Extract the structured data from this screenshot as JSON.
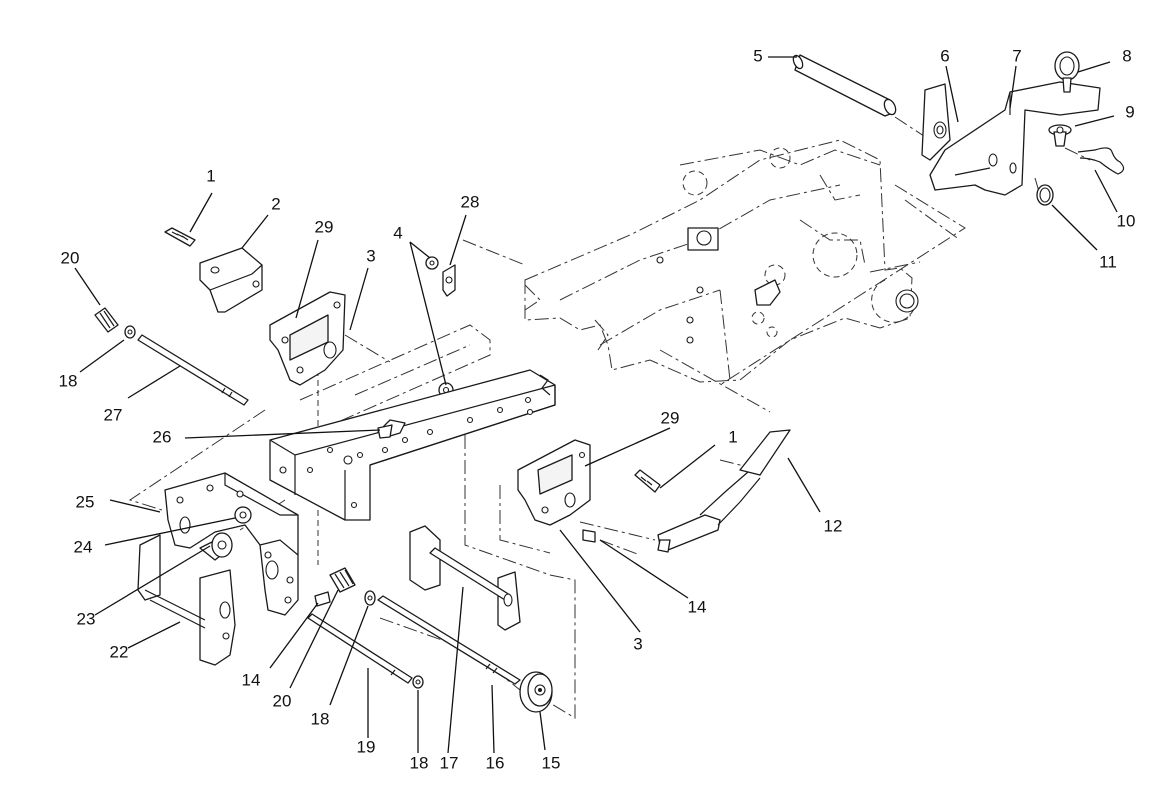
{
  "diagram": {
    "callouts": {
      "c1a": "1",
      "c1b": "1",
      "c2": "2",
      "c3a": "3",
      "c3b": "3",
      "c4": "4",
      "c5": "5",
      "c6": "6",
      "c7": "7",
      "c8": "8",
      "c9": "9",
      "c10": "10",
      "c11": "11",
      "c12": "12",
      "c14a": "14",
      "c14b": "14",
      "c15": "15",
      "c16": "16",
      "c17": "17",
      "c18a": "18",
      "c18b": "18",
      "c18c": "18",
      "c19": "19",
      "c20a": "20",
      "c20b": "20",
      "c22": "22",
      "c23": "23",
      "c24": "24",
      "c25": "25",
      "c26": "26",
      "c27": "27",
      "c28": "28",
      "c29a": "29",
      "c29b": "29"
    }
  }
}
